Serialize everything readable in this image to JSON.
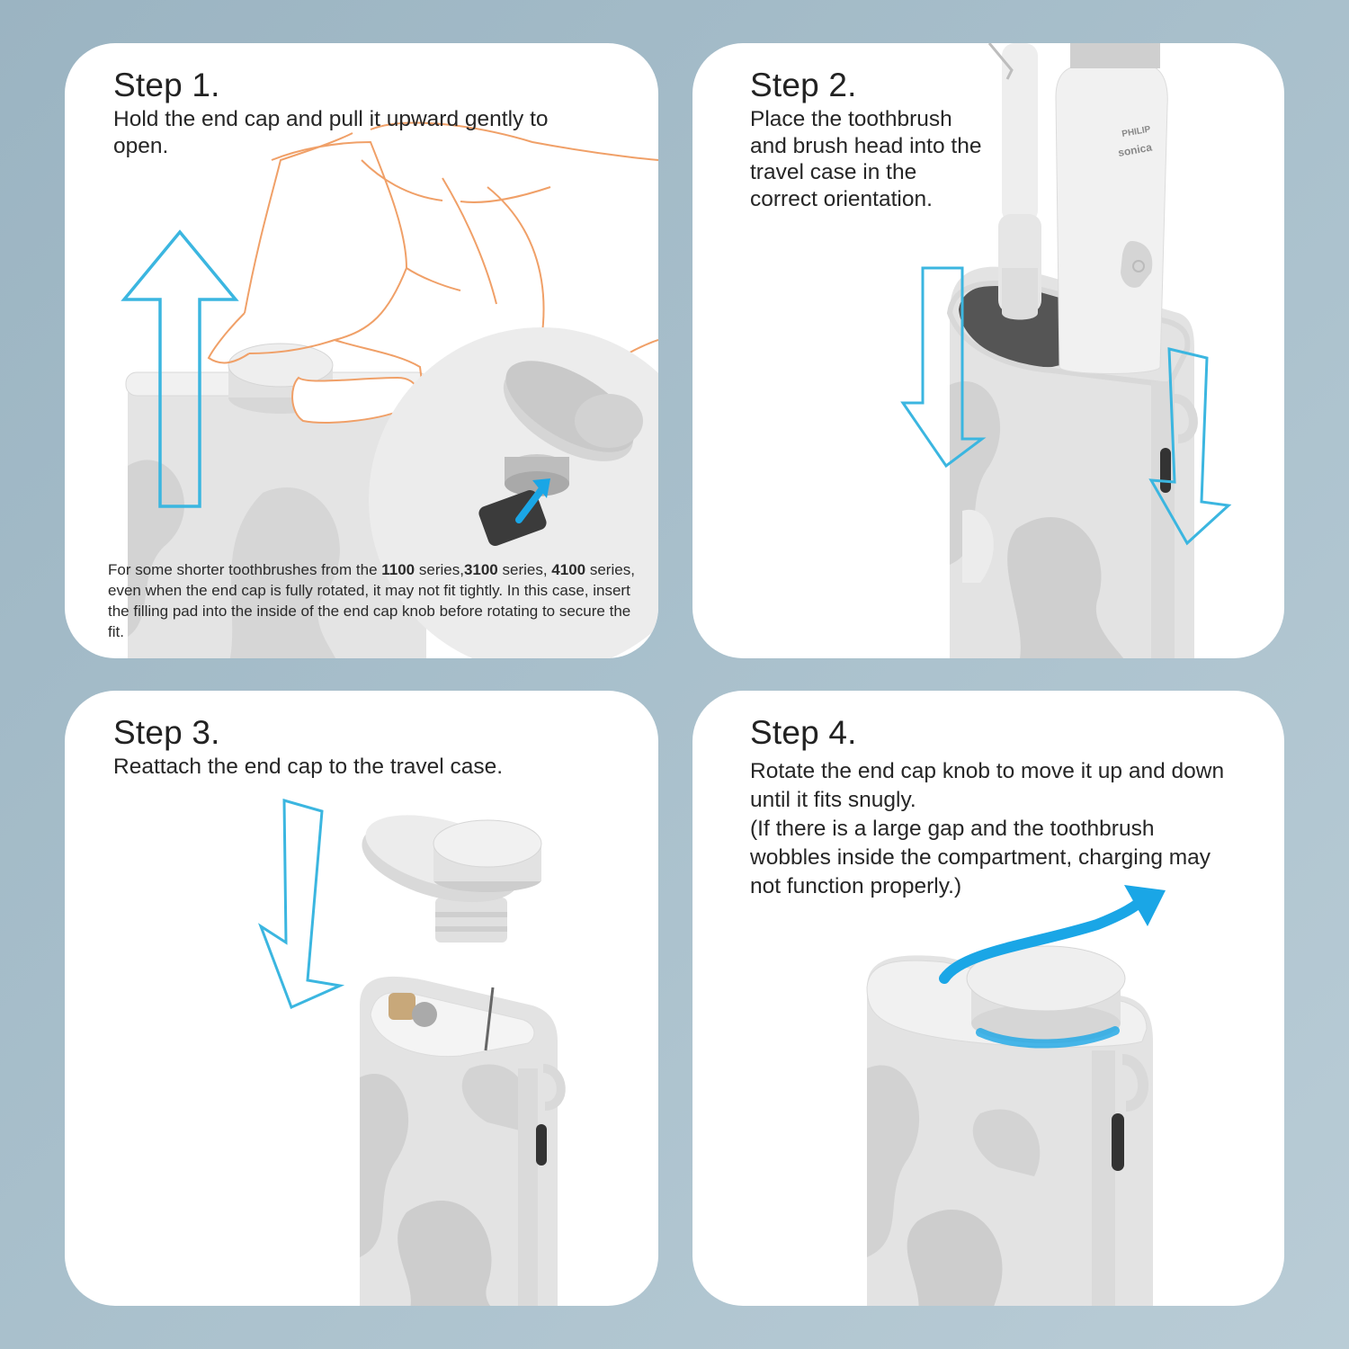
{
  "steps": [
    {
      "title": "Step 1.",
      "desc": "Hold the end cap and pull it upward gently to open.",
      "note": {
        "p1": "For some shorter toothbrushes from the ",
        "b1": "1100",
        "p2": " series,",
        "b2": "3100",
        "p3": " series, ",
        "b3": "4100",
        "p4": " series, even when the end cap is fully rotated, it may not fit tightly. In this case, insert the filling pad into the inside of the end cap knob before rotating to secure the fit."
      }
    },
    {
      "title": "Step 2.",
      "desc": "Place the toothbrush and brush head into the travel case in the correct orientation.",
      "brand_top": "PHILIP",
      "brand_bottom": "sonica"
    },
    {
      "title": "Step 3.",
      "desc": "Reattach the end cap to the travel case."
    },
    {
      "title": "Step 4.",
      "desc": "Rotate the end cap knob to move it up and down until it fits snugly.",
      "desc2": "(If there is a large gap and the toothbrush wobbles inside the compartment, charging may not function properly.)"
    }
  ],
  "colors": {
    "arrow_outline": "#3bb6e0",
    "arrow_solid": "#1aa6e6",
    "hand_outline": "#f0a068",
    "case_light": "#e2e2e2",
    "case_mid": "#cfcfcf",
    "case_dark": "#bdbdbd"
  }
}
